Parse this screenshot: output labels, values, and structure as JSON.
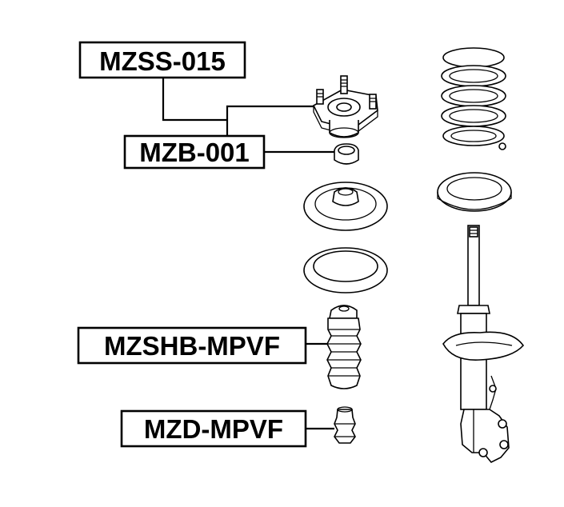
{
  "labels": {
    "top_mount": "MZSS-015",
    "bearing": "MZB-001",
    "boot": "MZSHB-MPVF",
    "bump_stop": "MZD-MPVF"
  }
}
